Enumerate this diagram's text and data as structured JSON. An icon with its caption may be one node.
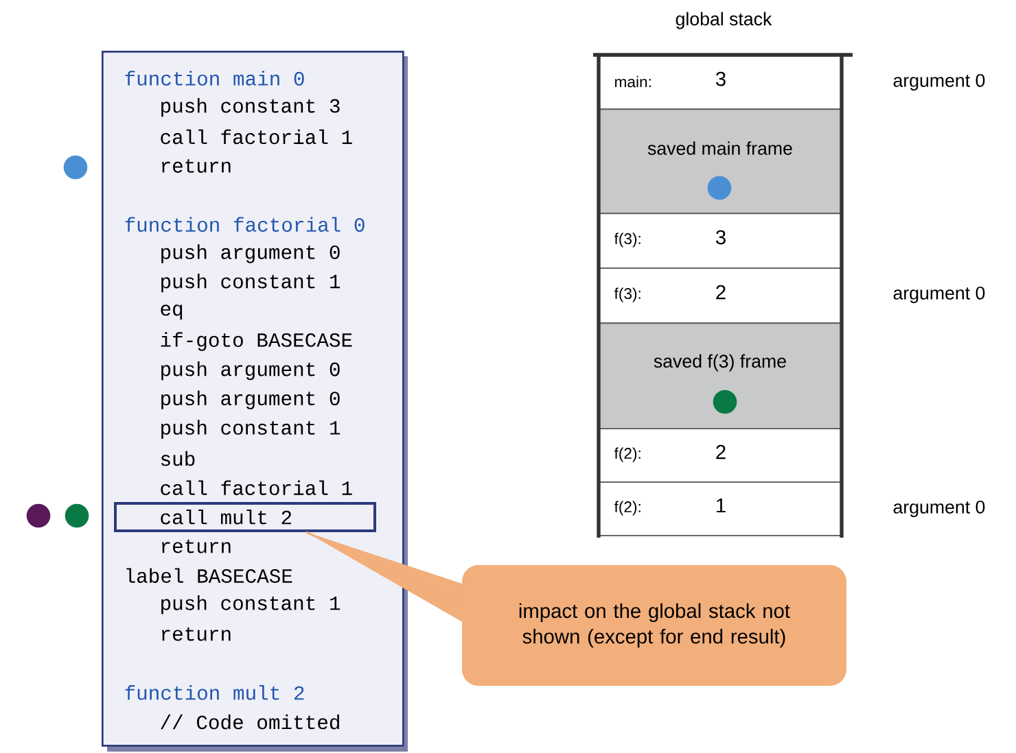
{
  "diagram": {
    "nodes": [
      {
        "text": [
          "function main 0",
          "push constant 3",
          "call factorial 1",
          "return",
          "function factorial 0",
          "push argument 0",
          "push constant 1",
          "eq",
          "if-goto BASECASE",
          "push argument 0",
          "push argument 0",
          "push constant 1",
          "sub",
          "call factorial 1",
          "return",
          "label BASECASE",
          "push constant 1",
          "return",
          "function mult 2",
          "// Code omitted"
        ]
      },
      {
        "text": [
          "call mult 2"
        ],
        "in": 0
      },
      {
        "text": [
          "impact on the global stack not shown (except for end result)"
        ]
      },
      {
        "text": [
          "main:",
          "3"
        ],
        "beside": [
          "argument 0"
        ]
      },
      {
        "text": [
          "saved main frame"
        ]
      },
      {
        "text": [
          "f(3):",
          "3"
        ]
      },
      {
        "text": [
          "f(3):",
          "2"
        ],
        "beside": [
          "argument 0"
        ]
      },
      {
        "text": [
          "saved f(3) frame"
        ]
      },
      {
        "text": [
          "f(2):",
          "2"
        ]
      },
      {
        "text": [
          "f(2):",
          "1"
        ],
        "beside": [
          "argument 0"
        ]
      }
    ],
    "edges": [
      {
        "from": 2,
        "to": 1,
        "arrow": "none"
      }
    ],
    "labels": [
      "global stack"
    ]
  }
}
